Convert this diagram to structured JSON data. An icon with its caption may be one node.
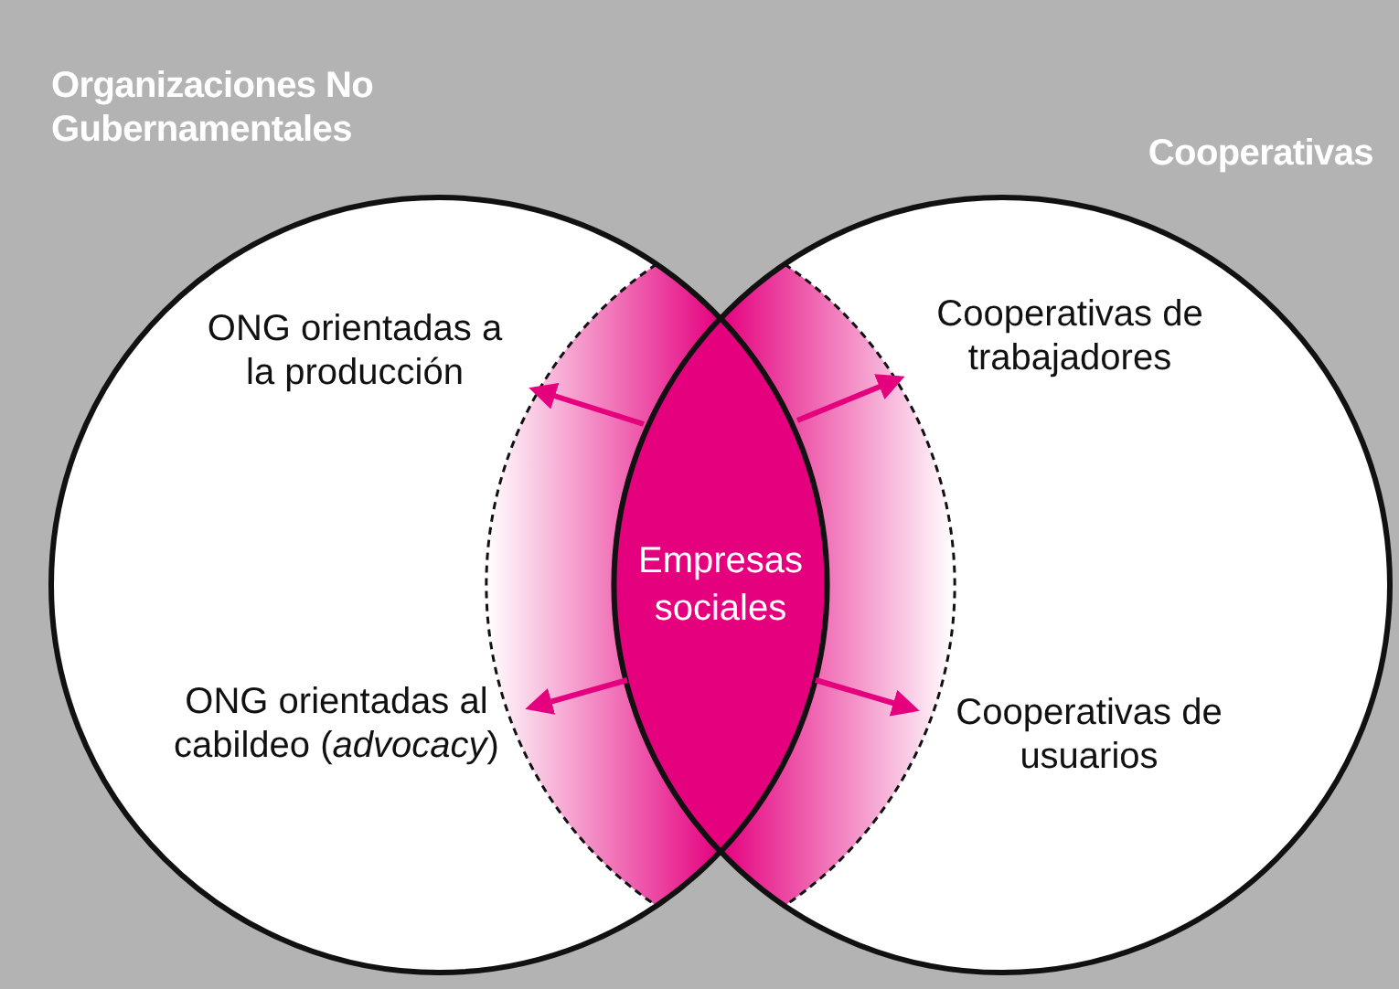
{
  "diagram": {
    "nodes": [
      {
        "text": [
          "Organizaciones No Gubernamentales"
        ]
      },
      {
        "text": [
          "Cooperativas"
        ]
      },
      {
        "text": [
          "Empresas sociales"
        ]
      },
      {
        "text": [
          "ONG orientadas a la producción"
        ],
        "in": 0
      },
      {
        "text": [
          "ONG orientadas al cabildeo (*advocacy*)"
        ],
        "in": 0
      },
      {
        "text": [
          "Cooperativas de trabajadores"
        ],
        "in": 1
      },
      {
        "text": [
          "Cooperativas de usuarios"
        ],
        "in": 1
      }
    ],
    "edges": [
      {
        "from": 2,
        "to": 3,
        "arrow": "to"
      },
      {
        "from": 2,
        "to": 4,
        "arrow": "to"
      },
      {
        "from": 2,
        "to": 5,
        "arrow": "to"
      },
      {
        "from": 2,
        "to": 6,
        "arrow": "to"
      }
    ]
  }
}
